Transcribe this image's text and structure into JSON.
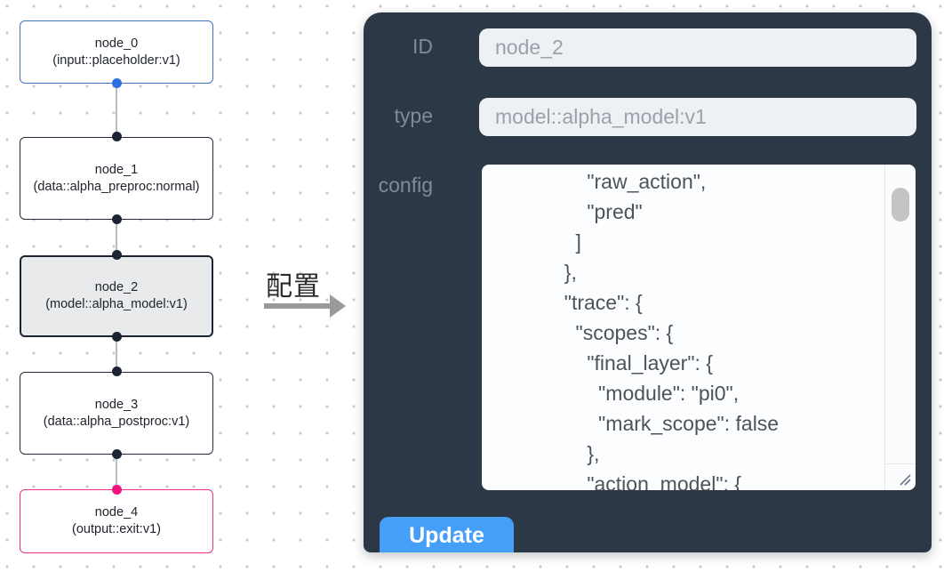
{
  "flowchart": {
    "nodes": [
      {
        "id": "node_0",
        "title": "node_0",
        "subtitle": "(input::placeholder:v1)",
        "kind": "input",
        "selected": false
      },
      {
        "id": "node_1",
        "title": "node_1",
        "subtitle": "(data::alpha_preproc:normal)",
        "kind": "data",
        "selected": false
      },
      {
        "id": "node_2",
        "title": "node_2",
        "subtitle": "(model::alpha_model:v1)",
        "kind": "model",
        "selected": true
      },
      {
        "id": "node_3",
        "title": "node_3",
        "subtitle": "(data::alpha_postproc:v1)",
        "kind": "data",
        "selected": false
      },
      {
        "id": "node_4",
        "title": "node_4",
        "subtitle": "(output::exit:v1)",
        "kind": "output",
        "selected": false
      }
    ]
  },
  "transition": {
    "label": "配置"
  },
  "panel": {
    "fields": [
      {
        "label": "ID",
        "value": "node_2"
      },
      {
        "label": "type",
        "value": "model::alpha_model:v1"
      }
    ],
    "config_label": "config",
    "config_lines": [
      "      \"raw_action\",",
      "      \"pred\"",
      "    ]",
      "  },",
      "  \"trace\": {",
      "    \"scopes\": {",
      "      \"final_layer\": {",
      "        \"module\": \"pi0\",",
      "        \"mark_scope\": false",
      "      },",
      "      \"action_model\": {"
    ],
    "update_label": "Update"
  },
  "colors": {
    "panel_background": "#2d3847",
    "input_background": "#eef1f4",
    "input_text": "#99a1ab",
    "label_text": "#808b9a",
    "update_button": "#459ff7",
    "node_input_border": "#4273c4",
    "node_default_border": "#242d3c",
    "node_selected_fill": "#e9eaeb",
    "node_output_border": "#ee2e87",
    "port_blue": "#2e6ee2",
    "port_dark": "#1c2433",
    "port_pink": "#f2117e",
    "arrow_gray": "#9a9a9a"
  }
}
